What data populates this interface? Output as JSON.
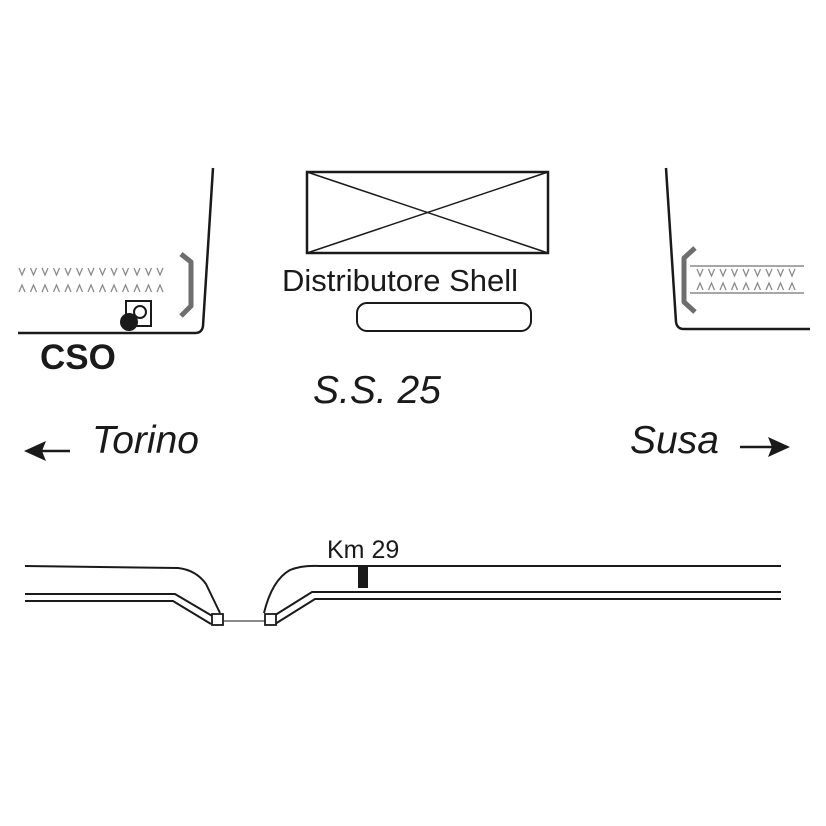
{
  "labels": {
    "station": "Distributore Shell",
    "cso": "CSO",
    "road": "S.S. 25",
    "left_direction": "Torino",
    "right_direction": "Susa",
    "km_marker": "Km 29"
  },
  "icons": {
    "left_arrow": "arrow-left-icon",
    "right_arrow": "arrow-right-icon",
    "station_building": "building-crossed-box-icon",
    "cso_marker": "dot-and-square-icon"
  },
  "colors": {
    "ink": "#1a1a1a",
    "guardrail": "#6e6e6e",
    "hedge": "#8a8a8a",
    "background": "#ffffff"
  }
}
